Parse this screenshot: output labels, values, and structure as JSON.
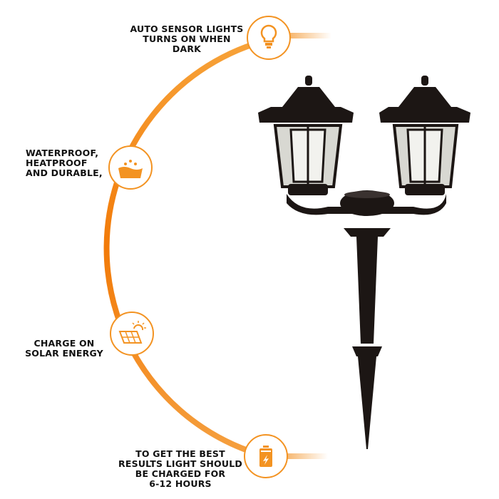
{
  "features": [
    {
      "icon": "lightbulb-icon",
      "text": [
        "AUTO SENSOR LIGHTS",
        "TURNS ON WHEN",
        "DARK"
      ]
    },
    {
      "icon": "water-drops-basin-icon",
      "text": [
        "WATERPROOF,",
        "HEATPROOF",
        "AND DURABLE,"
      ]
    },
    {
      "icon": "solar-panel-sun-icon",
      "text": [
        "CHARGE ON",
        "SOLAR ENERGY"
      ]
    },
    {
      "icon": "battery-charging-icon",
      "text": [
        "TO GET THE BEST",
        "RESULTS LIGHT SHOULD",
        "BE CHARGED FOR",
        "6-12 HOURS"
      ]
    }
  ],
  "colors": {
    "accent": "#f39322",
    "accent_dark": "#f07d0a",
    "text": "#111111",
    "lamp": "#1c1614"
  }
}
